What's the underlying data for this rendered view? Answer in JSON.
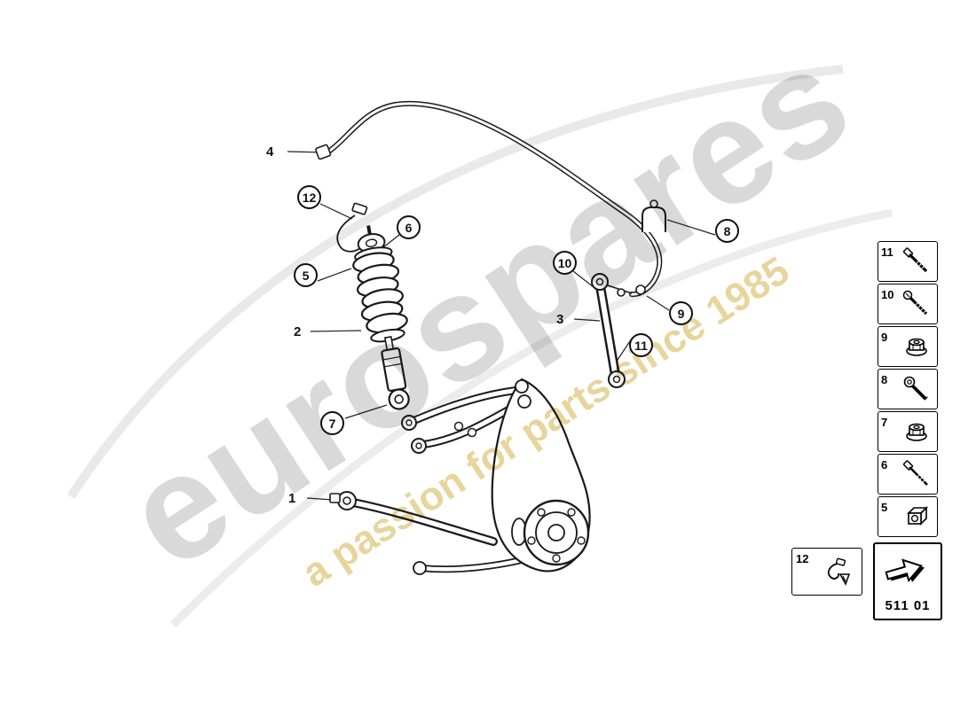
{
  "watermark": {
    "brand": "eurospares",
    "tagline": "a passion for parts since 1985",
    "colors": {
      "brand_gray": "#c9c9c9",
      "tagline_gold": "#d2a942"
    }
  },
  "diagram": {
    "callouts": [
      {
        "label": "1",
        "shape": "plain"
      },
      {
        "label": "2",
        "shape": "plain"
      },
      {
        "label": "3",
        "shape": "plain"
      },
      {
        "label": "4",
        "shape": "plain"
      },
      {
        "label": "5",
        "shape": "circle"
      },
      {
        "label": "6",
        "shape": "circle"
      },
      {
        "label": "7",
        "shape": "circle"
      },
      {
        "label": "8",
        "shape": "circle"
      },
      {
        "label": "9",
        "shape": "circle"
      },
      {
        "label": "10",
        "shape": "circle"
      },
      {
        "label": "11",
        "shape": "circle"
      },
      {
        "label": "12",
        "shape": "circle"
      }
    ]
  },
  "legend": {
    "items": [
      {
        "number": "11",
        "icon": "long-bolt-icon"
      },
      {
        "number": "10",
        "icon": "long-screw-icon"
      },
      {
        "number": "9",
        "icon": "flange-nut-icon"
      },
      {
        "number": "8",
        "icon": "torx-bolt-icon"
      },
      {
        "number": "7",
        "icon": "flange-nut-icon"
      },
      {
        "number": "6",
        "icon": "long-bolt-icon"
      },
      {
        "number": "5",
        "icon": "square-nut-icon"
      }
    ]
  },
  "footer": {
    "cable_box": {
      "number": "12",
      "icon": "sensor-cable-icon"
    },
    "code_box": {
      "code": "511 01",
      "icon": "arrow-icon"
    }
  }
}
